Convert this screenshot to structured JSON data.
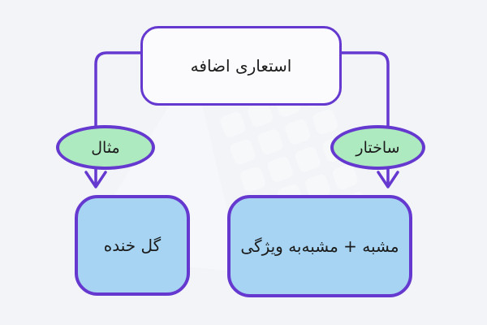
{
  "canvas": {
    "background": "#f3f4f8"
  },
  "palette": {
    "connector_stroke": "#6539cf",
    "root_fill": "#fbfbfd",
    "edge_label_fill": "#aeeac0",
    "leaf_fill": "#a6d4f2",
    "text_color": "#1b1b1b"
  },
  "diagram": {
    "root": {
      "label": "اضافه استعاری"
    },
    "branches": [
      {
        "side": "left",
        "edge_label": "مثال",
        "leaf_label": "خنده گل"
      },
      {
        "side": "right",
        "edge_label": "ساختار",
        "leaf_label": "ویژگی مشبه‌به + مشبه"
      }
    ]
  }
}
